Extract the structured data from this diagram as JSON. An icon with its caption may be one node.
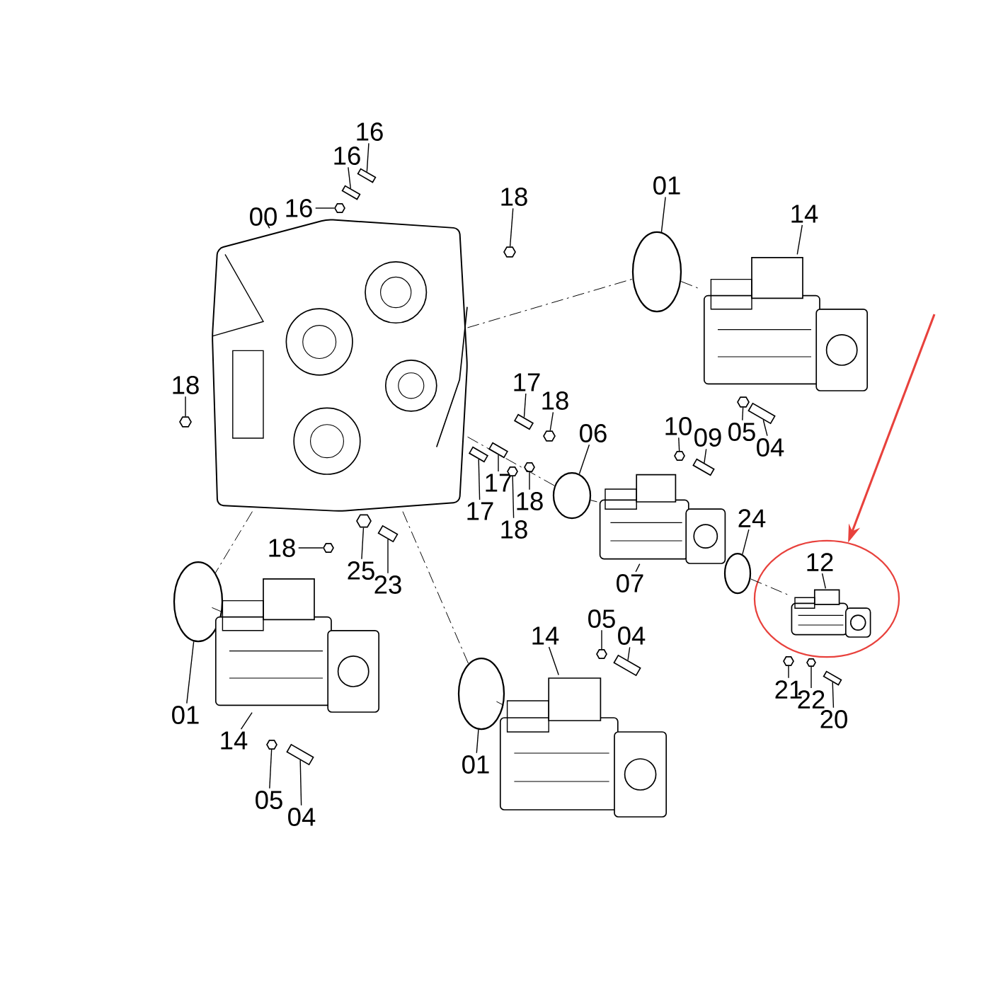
{
  "diagram": {
    "nodes": [
      {
        "text": [
          "00"
        ]
      },
      {
        "text": [],
        "shape": "picture"
      },
      {
        "text": [
          "16"
        ]
      },
      {
        "text": [],
        "shape": "bolt"
      },
      {
        "text": [
          "16"
        ]
      },
      {
        "text": [],
        "shape": "bolt"
      },
      {
        "text": [
          "16"
        ]
      },
      {
        "text": [],
        "shape": "nut"
      },
      {
        "text": [
          "18"
        ]
      },
      {
        "text": [],
        "shape": "nut"
      },
      {
        "text": [
          "01"
        ]
      },
      {
        "text": [],
        "shape": "circle"
      },
      {
        "text": [
          "14"
        ]
      },
      {
        "text": [],
        "shape": "picture"
      },
      {
        "text": [
          "18"
        ]
      },
      {
        "text": [],
        "shape": "nut"
      },
      {
        "text": [
          "17"
        ]
      },
      {
        "text": [],
        "shape": "bolt"
      },
      {
        "text": [
          "18"
        ]
      },
      {
        "text": [],
        "shape": "nut"
      },
      {
        "text": [
          "05"
        ]
      },
      {
        "text": [],
        "shape": "nut"
      },
      {
        "text": [
          "04"
        ]
      },
      {
        "text": [],
        "shape": "bolt"
      },
      {
        "text": [
          "06"
        ]
      },
      {
        "text": [],
        "shape": "circle"
      },
      {
        "text": [
          "10"
        ]
      },
      {
        "text": [],
        "shape": "nut"
      },
      {
        "text": [
          "09"
        ]
      },
      {
        "text": [],
        "shape": "bolt"
      },
      {
        "text": [
          "17"
        ]
      },
      {
        "text": [],
        "shape": "bolt"
      },
      {
        "text": [
          "18"
        ]
      },
      {
        "text": [],
        "shape": "nut"
      },
      {
        "text": [
          "17"
        ]
      },
      {
        "text": [],
        "shape": "bolt"
      },
      {
        "text": [
          "18"
        ]
      },
      {
        "text": [],
        "shape": "nut"
      },
      {
        "text": [],
        "shape": "picture"
      },
      {
        "text": [
          "07"
        ]
      },
      {
        "text": [
          "24"
        ]
      },
      {
        "text": [],
        "shape": "circle"
      },
      {
        "text": [],
        "shape": "ellipse"
      },
      {
        "text": [
          "12"
        ],
        "in": 42
      },
      {
        "text": [],
        "shape": "picture",
        "in": 42
      },
      {
        "text": [],
        "shape": "nut"
      },
      {
        "text": [
          "21"
        ]
      },
      {
        "text": [],
        "shape": "nut"
      },
      {
        "text": [
          "22"
        ]
      },
      {
        "text": [],
        "shape": "bolt"
      },
      {
        "text": [
          "20"
        ]
      },
      {
        "text": [
          "18"
        ]
      },
      {
        "text": [],
        "shape": "nut"
      },
      {
        "text": [
          "25"
        ]
      },
      {
        "text": [],
        "shape": "nut"
      },
      {
        "text": [
          "23"
        ]
      },
      {
        "text": [],
        "shape": "bolt"
      },
      {
        "text": [],
        "shape": "circle"
      },
      {
        "text": [
          "01"
        ]
      },
      {
        "text": [],
        "shape": "picture"
      },
      {
        "text": [
          "14"
        ]
      },
      {
        "text": [],
        "shape": "nut"
      },
      {
        "text": [
          "05"
        ]
      },
      {
        "text": [],
        "shape": "bolt"
      },
      {
        "text": [
          "04"
        ]
      },
      {
        "text": [
          "05"
        ]
      },
      {
        "text": [],
        "shape": "nut"
      },
      {
        "text": [
          "04"
        ]
      },
      {
        "text": [],
        "shape": "bolt"
      },
      {
        "text": [
          "14"
        ]
      },
      {
        "text": [],
        "shape": "picture"
      },
      {
        "text": [],
        "shape": "circle"
      },
      {
        "text": [
          "01"
        ]
      }
    ],
    "edges": [
      {
        "from": 0,
        "to": 1,
        "arrow": "none"
      },
      {
        "from": 2,
        "to": 3,
        "arrow": "none"
      },
      {
        "from": 4,
        "to": 5,
        "arrow": "none"
      },
      {
        "from": 6,
        "to": 7,
        "arrow": "none"
      },
      {
        "from": 8,
        "to": 9,
        "arrow": "none"
      },
      {
        "from": 10,
        "to": 11,
        "arrow": "none"
      },
      {
        "from": 12,
        "to": 13,
        "arrow": "none"
      },
      {
        "from": 14,
        "to": 15,
        "arrow": "none"
      },
      {
        "from": 16,
        "to": 17,
        "arrow": "none"
      },
      {
        "from": 18,
        "to": 19,
        "arrow": "none"
      },
      {
        "from": 20,
        "to": 21,
        "arrow": "none"
      },
      {
        "from": 22,
        "to": 23,
        "arrow": "none"
      },
      {
        "from": 24,
        "to": 25,
        "arrow": "none"
      },
      {
        "from": 26,
        "to": 27,
        "arrow": "none"
      },
      {
        "from": 28,
        "to": 29,
        "arrow": "none"
      },
      {
        "from": 30,
        "to": 31,
        "arrow": "none"
      },
      {
        "from": 32,
        "to": 33,
        "arrow": "none"
      },
      {
        "from": 34,
        "to": 35,
        "arrow": "none"
      },
      {
        "from": 36,
        "to": 37,
        "arrow": "none"
      },
      {
        "from": 39,
        "to": 38,
        "arrow": "none"
      },
      {
        "from": 40,
        "to": 41,
        "arrow": "none"
      },
      {
        "from": 43,
        "to": 44,
        "arrow": "none"
      },
      {
        "from": 46,
        "to": 45,
        "arrow": "none"
      },
      {
        "from": 48,
        "to": 47,
        "arrow": "none"
      },
      {
        "from": 50,
        "to": 49,
        "arrow": "none"
      },
      {
        "from": 51,
        "to": 52,
        "arrow": "none"
      },
      {
        "from": 53,
        "to": 54,
        "arrow": "none"
      },
      {
        "from": 55,
        "to": 56,
        "arrow": "none"
      },
      {
        "from": 58,
        "to": 57,
        "arrow": "none"
      },
      {
        "from": 60,
        "to": 59,
        "arrow": "none"
      },
      {
        "from": 62,
        "to": 61,
        "arrow": "none"
      },
      {
        "from": 64,
        "to": 63,
        "arrow": "none"
      },
      {
        "from": 65,
        "to": 66,
        "arrow": "none"
      },
      {
        "from": 67,
        "to": 68,
        "arrow": "none"
      },
      {
        "from": 69,
        "to": 70,
        "arrow": "none"
      },
      {
        "from": 72,
        "to": 71,
        "arrow": "none"
      },
      {
        "from": 1,
        "to": 11,
        "arrow": "none",
        "style": "dashed"
      },
      {
        "from": 11,
        "to": 13,
        "arrow": "none",
        "style": "dashed"
      },
      {
        "from": 1,
        "to": 25,
        "arrow": "none",
        "style": "dashed"
      },
      {
        "from": 25,
        "to": 38,
        "arrow": "none",
        "style": "dashed"
      },
      {
        "from": 1,
        "to": 57,
        "arrow": "none",
        "style": "dashed"
      },
      {
        "from": 57,
        "to": 59,
        "arrow": "none",
        "style": "dashed"
      },
      {
        "from": 1,
        "to": 71,
        "arrow": "none",
        "style": "dashed"
      },
      {
        "from": 71,
        "to": 70,
        "arrow": "none",
        "style": "dashed"
      },
      {
        "from": 41,
        "to": 44,
        "arrow": "none",
        "style": "dashed"
      },
      {
        "from": null,
        "to": 42,
        "arrow": "to",
        "color": "#e8413c"
      }
    ]
  }
}
